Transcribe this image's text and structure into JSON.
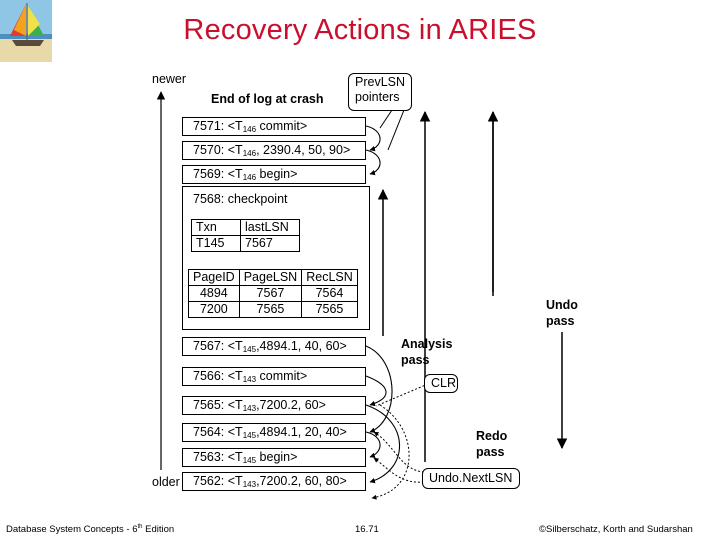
{
  "slide": {
    "title": "Recovery Actions in ARIES",
    "logo_icon": "sailboat-beach-icon"
  },
  "diagram": {
    "label_newer": "newer",
    "label_older": "older",
    "label_end_of_log": "End of log at crash",
    "note_prevlsn": [
      "Prev",
      "LSN",
      "pointers"
    ],
    "note_clr": "CLR",
    "note_undonextlsn": "Undo.NextLSN",
    "pass_analysis": [
      "Analysis",
      "pass"
    ],
    "pass_redo": [
      "Redo",
      "pass"
    ],
    "pass_undo": [
      "Undo",
      "pass"
    ],
    "records": [
      {
        "pre": "7571: <T",
        "sub": "146",
        "post": " commit>"
      },
      {
        "pre": "7570: <T",
        "sub": "146",
        "post": ", 2390.4, 50, 90>"
      },
      {
        "pre": "7569: <T",
        "sub": "146",
        "post": " begin>"
      },
      {
        "pre": "7567: <T",
        "sub": "145",
        "post": ",4894.1, 40, 60>"
      },
      {
        "pre": "7566: <T",
        "sub": "143",
        "post": " commit>"
      },
      {
        "pre": "7565: <T",
        "sub": "143",
        "post": ",7200.2, 60>"
      },
      {
        "pre": "7564: <T",
        "sub": "145",
        "post": ",4894.1, 20, 40>"
      },
      {
        "pre": "7563: <T",
        "sub": "145",
        "post": " begin>"
      },
      {
        "pre": "7562: <T",
        "sub": "143",
        "post": ",7200.2, 60, 80>"
      }
    ],
    "checkpoint": {
      "title": "7568: checkpoint",
      "txn_table": {
        "headers": [
          "Txn",
          "lastLSN"
        ],
        "rows": [
          [
            "T145",
            "7567"
          ]
        ]
      },
      "dpt_table": {
        "headers": [
          "PageID",
          "PageLSN",
          "RecLSN"
        ],
        "rows": [
          [
            "4894",
            "7567",
            "7564"
          ],
          [
            "7200",
            "7565",
            "7565"
          ]
        ]
      }
    }
  },
  "footer": {
    "left_pre": "Database System Concepts - 6",
    "left_sup": "th",
    "left_post": " Edition",
    "center": "16.71",
    "right": "©Silberschatz, Korth and Sudarshan"
  }
}
